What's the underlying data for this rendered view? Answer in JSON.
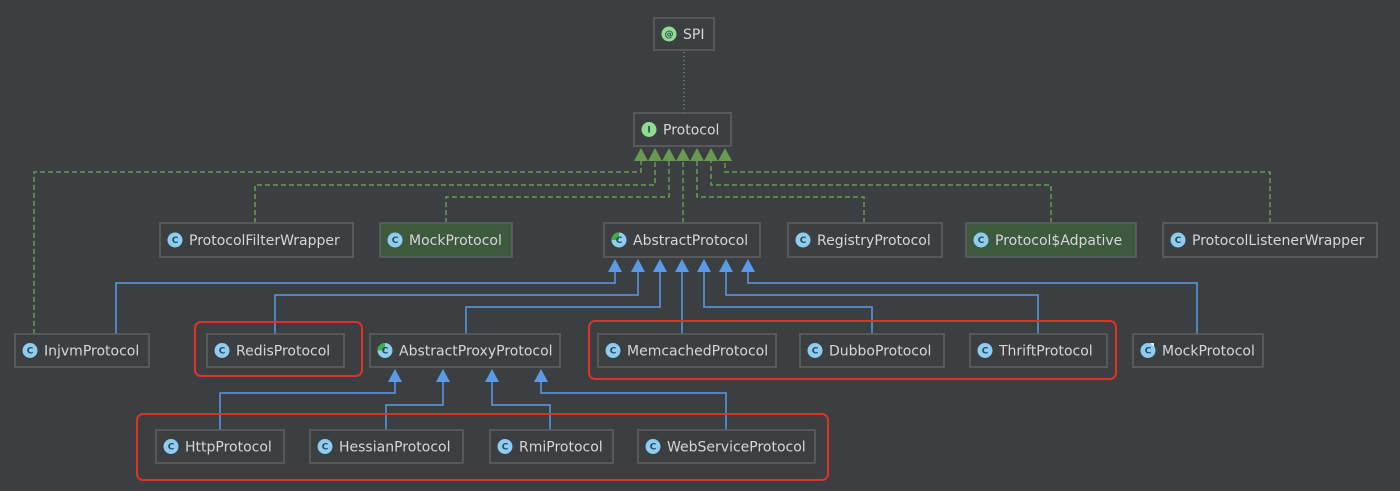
{
  "colors": {
    "background": "#3c3f41",
    "implements_edge": "#6a9a52",
    "extends_edge": "#5b9ae6",
    "annotation_edge": "#7a8a7a",
    "highlight": "#e0302a",
    "class_icon": "#8ecdf0",
    "interface_icon": "#8fdc8f"
  },
  "nodes": [
    {
      "id": "spi",
      "label": "SPI",
      "icon": "annotation-icon"
    },
    {
      "id": "protocol",
      "label": "Protocol",
      "icon": "interface-icon"
    },
    {
      "id": "filter",
      "label": "ProtocolFilterWrapper",
      "icon": "class-icon"
    },
    {
      "id": "mock1",
      "label": "MockProtocol",
      "icon": "class-icon",
      "highlighted_green": true
    },
    {
      "id": "abstract",
      "label": "AbstractProtocol",
      "icon": "abstract-class-icon"
    },
    {
      "id": "registry",
      "label": "RegistryProtocol",
      "icon": "class-icon"
    },
    {
      "id": "adaptive",
      "label": "Protocol$Adpative",
      "icon": "class-icon",
      "highlighted_green": true
    },
    {
      "id": "listener",
      "label": "ProtocolListenerWrapper",
      "icon": "class-icon"
    },
    {
      "id": "injvm",
      "label": "InjvmProtocol",
      "icon": "class-icon"
    },
    {
      "id": "redis",
      "label": "RedisProtocol",
      "icon": "class-icon"
    },
    {
      "id": "proxy",
      "label": "AbstractProxyProtocol",
      "icon": "abstract-class-icon"
    },
    {
      "id": "memcached",
      "label": "MemcachedProtocol",
      "icon": "class-icon"
    },
    {
      "id": "dubbo",
      "label": "DubboProtocol",
      "icon": "class-icon"
    },
    {
      "id": "thrift",
      "label": "ThriftProtocol",
      "icon": "class-icon"
    },
    {
      "id": "mock2",
      "label": "MockProtocol",
      "icon": "test-class-icon"
    },
    {
      "id": "http",
      "label": "HttpProtocol",
      "icon": "class-icon"
    },
    {
      "id": "hessian",
      "label": "HessianProtocol",
      "icon": "class-icon"
    },
    {
      "id": "rmi",
      "label": "RmiProtocol",
      "icon": "class-icon"
    },
    {
      "id": "webservice",
      "label": "WebServiceProtocol",
      "icon": "class-icon"
    }
  ],
  "edges": [
    {
      "from": "protocol",
      "to": "spi",
      "type": "annotation"
    },
    {
      "from": "injvm",
      "to": "protocol",
      "type": "implements"
    },
    {
      "from": "filter",
      "to": "protocol",
      "type": "implements"
    },
    {
      "from": "mock1",
      "to": "protocol",
      "type": "implements"
    },
    {
      "from": "abstract",
      "to": "protocol",
      "type": "implements"
    },
    {
      "from": "registry",
      "to": "protocol",
      "type": "implements"
    },
    {
      "from": "adaptive",
      "to": "protocol",
      "type": "implements"
    },
    {
      "from": "listener",
      "to": "protocol",
      "type": "implements"
    },
    {
      "from": "injvm",
      "to": "abstract",
      "type": "extends"
    },
    {
      "from": "redis",
      "to": "abstract",
      "type": "extends"
    },
    {
      "from": "proxy",
      "to": "abstract",
      "type": "extends"
    },
    {
      "from": "memcached",
      "to": "abstract",
      "type": "extends"
    },
    {
      "from": "dubbo",
      "to": "abstract",
      "type": "extends"
    },
    {
      "from": "thrift",
      "to": "abstract",
      "type": "extends"
    },
    {
      "from": "mock2",
      "to": "abstract",
      "type": "extends"
    },
    {
      "from": "http",
      "to": "proxy",
      "type": "extends"
    },
    {
      "from": "hessian",
      "to": "proxy",
      "type": "extends"
    },
    {
      "from": "rmi",
      "to": "proxy",
      "type": "extends"
    },
    {
      "from": "webservice",
      "to": "proxy",
      "type": "extends"
    }
  ],
  "highlight_groups": [
    [
      "redis"
    ],
    [
      "memcached",
      "dubbo",
      "thrift"
    ],
    [
      "http",
      "hessian",
      "rmi",
      "webservice"
    ]
  ]
}
